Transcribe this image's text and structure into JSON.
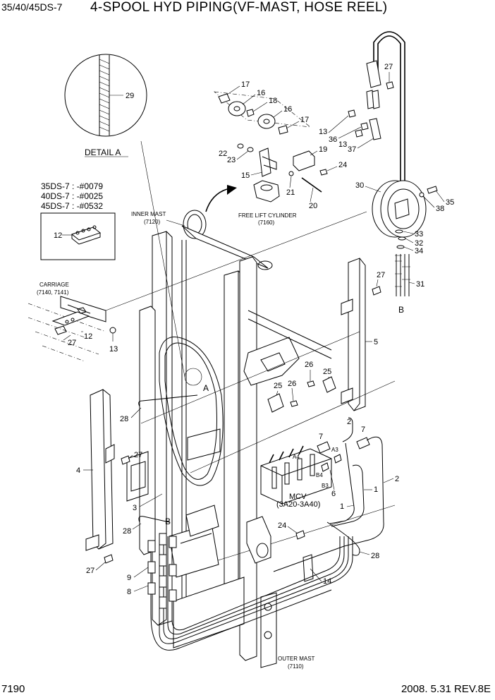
{
  "header": {
    "model": "35/40/45DS-7",
    "title": "4-SPOOL HYD PIPING(VF-MAST, HOSE REEL)"
  },
  "footer": {
    "page": "7190",
    "revision": "2008. 5.31  REV.8E"
  },
  "detail": {
    "title": "DETAIL A",
    "callout": "29"
  },
  "serials": [
    "35DS-7 : -#0079",
    "40DS-7 : -#0025",
    "45DS-7 : -#0532"
  ],
  "labels": {
    "inner_mast": "INNER MAST",
    "inner_mast_ref": "(7120)",
    "free_lift": "FREE LIFT CYLINDER",
    "free_lift_ref": "(7160)",
    "carriage": "CARRIAGE",
    "carriage_ref": "(7140, 7141)",
    "mcv": "MCV",
    "mcv_ref": "(3A20-3A40)",
    "outer_mast": "OUTER MAST",
    "outer_mast_ref": "(7110)",
    "view_a": "A",
    "view_b_top": "B",
    "view_b_reel": "B",
    "port_a3": "A3",
    "port_a4": "A4",
    "port_b3": "B3",
    "port_b4": "B4"
  },
  "callouts": {
    "c17a": "17",
    "c16a": "16",
    "c18": "18",
    "c16b": "16",
    "c17b": "17",
    "c22": "22",
    "c23": "23",
    "c19": "19",
    "c15": "15",
    "c21": "21",
    "c24a": "24",
    "c20": "20",
    "c27a": "27",
    "c13a": "13",
    "c36": "36",
    "c13b": "13",
    "c37": "37",
    "c30": "30",
    "c38": "38",
    "c35": "35",
    "c33": "33",
    "c32": "32",
    "c34": "34",
    "c31": "31",
    "c27b": "27",
    "c5": "5",
    "c12a": "12",
    "c27c": "27",
    "c12b": "12",
    "c13c": "13",
    "c26a": "26",
    "c25a": "25",
    "c25b": "25",
    "c26b": "26",
    "c28a": "28",
    "c4": "4",
    "c27d": "27",
    "c3": "3",
    "c28b": "28",
    "c27e": "27",
    "c9": "9",
    "c8": "8",
    "c2a": "2",
    "c7a": "7",
    "c7b": "7",
    "c2b": "2",
    "c6": "6",
    "c1": "1",
    "c1b": "1",
    "c24b": "24",
    "c28c": "28",
    "c14": "14"
  }
}
